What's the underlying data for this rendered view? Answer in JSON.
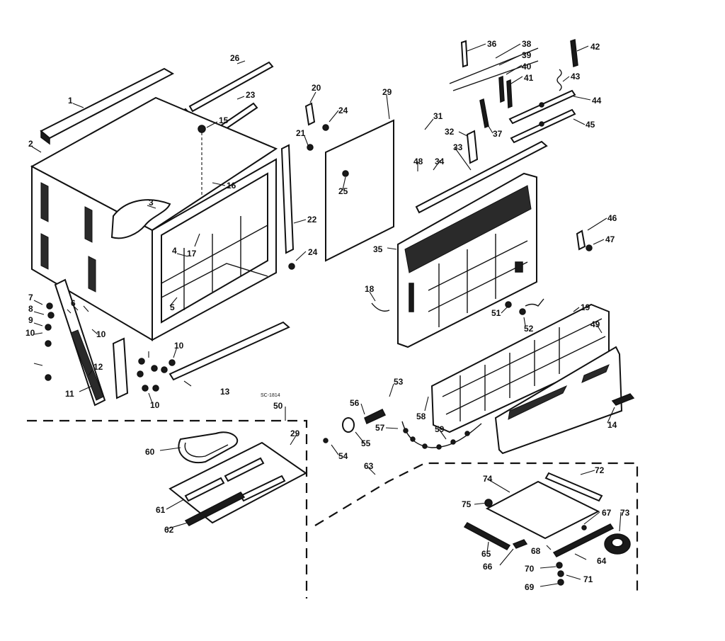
{
  "drawing_number": "SC-1814",
  "callouts": {
    "c1": "1",
    "c2": "2",
    "c3": "3",
    "c4": "4",
    "c5": "5",
    "c6": "6",
    "c7": "7",
    "c8": "8",
    "c9": "9",
    "c10a": "10",
    "c10b": "10",
    "c10c": "10",
    "c10d": "10",
    "c11": "11",
    "c12": "12",
    "c13": "13",
    "c14": "14",
    "c15": "15",
    "c16": "16",
    "c17": "17",
    "c18": "18",
    "c19": "19",
    "c20": "20",
    "c21": "21",
    "c22": "22",
    "c23": "23",
    "c24a": "24",
    "c24b": "24",
    "c25": "25",
    "c26": "26",
    "c29a": "29",
    "c29b": "29",
    "c31": "31",
    "c32": "32",
    "c33": "33",
    "c34": "34",
    "c35": "35",
    "c36": "36",
    "c37": "37",
    "c38": "38",
    "c39": "39",
    "c40": "40",
    "c41": "41",
    "c42": "42",
    "c43": "43",
    "c44": "44",
    "c45": "45",
    "c46": "46",
    "c47": "47",
    "c48": "48",
    "c49": "49",
    "c50": "50",
    "c51": "51",
    "c52": "52",
    "c53": "53",
    "c54": "54",
    "c55": "55",
    "c56": "56",
    "c57": "57",
    "c58": "58",
    "c59": "59",
    "c60": "60",
    "c61": "61",
    "c62": "62",
    "c63": "63",
    "c64": "64",
    "c65": "65",
    "c66": "66",
    "c67": "67",
    "c68": "68",
    "c69": "69",
    "c70": "70",
    "c71": "71",
    "c72": "72",
    "c73": "73",
    "c74": "74",
    "c75": "75"
  }
}
